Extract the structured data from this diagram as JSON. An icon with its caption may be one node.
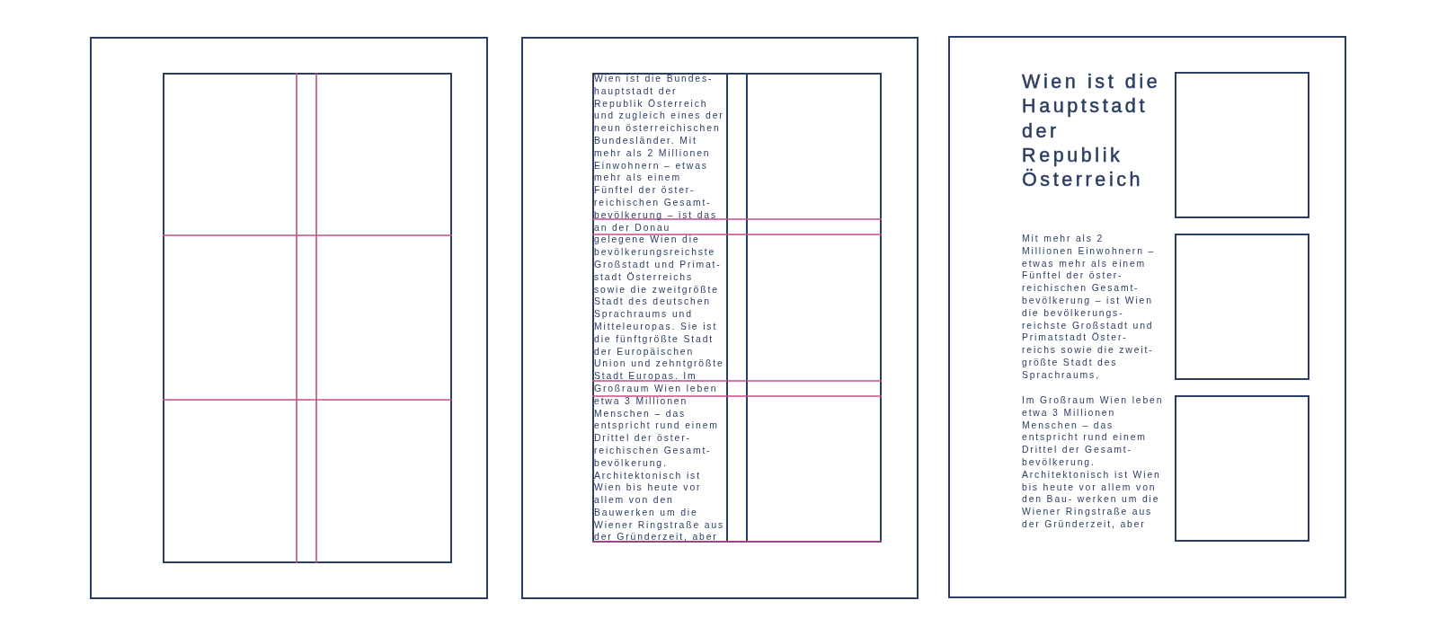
{
  "diagram": {
    "nodes": [
      {
        "text": [],
        "shape": "box"
      },
      {
        "text": [],
        "shape": "box",
        "in": 0
      },
      {
        "text": [],
        "shape": "box"
      },
      {
        "text": [
          "Wien ist die Bundes- hauptstadt der Republik Österreich und zugleich eines der neun österreichischen Bundesländer. Mit mehr als 2 Millionen Einwohnern – etwas mehr als einem Fünftel der öster- reichischen Gesamt- bevölkerung – ist das an der Donau gelegene Wien die bevölkerungsreichste Großstadt und Primat- stadt Österreichs sowie die zweitgrößte Stadt des deutschen Sprachraums und Mitteleuropas. Sie ist die fünftgrößte Stadt der Europäischen Union und zehntgrößte Stadt Europas. Im Großraum Wien leben etwa 3 Millionen Menschen – das entspricht rund einem Drittel der öster- reichischen Gesamt- bevölkerung. Architektonisch ist Wien bis heute vor allem von den Bauwerken um die Wiener Ringstraße aus der Gründerzeit, aber"
        ],
        "in": 2
      },
      {
        "text": [
          "Wien ist die Hauptstadt der Republik Österreich",
          "Mit mehr als 2 Millionen Einwohnern – etwas mehr als einem Fünftel der öster- reichischen Gesamt- bevölkerung – ist Wien die bevölkerungs- reichste Großstadt und Primatstadt Öster- reichs sowie die zweit- größte Stadt des Sprachraums,",
          "Im Großraum Wien leben etwa 3 Millionen Menschen – das entspricht rund einem Drittel der Gesamt- bevölkerung. Architektonisch ist Wien bis heute vor allem von den Bau- werken um die Wiener Ringstraße aus der Gründerzeit, aber"
        ]
      },
      {
        "text": [],
        "shape": "box",
        "in": 4
      },
      {
        "text": [],
        "shape": "box",
        "in": 4
      },
      {
        "text": [],
        "shape": "box",
        "in": 4
      }
    ]
  }
}
